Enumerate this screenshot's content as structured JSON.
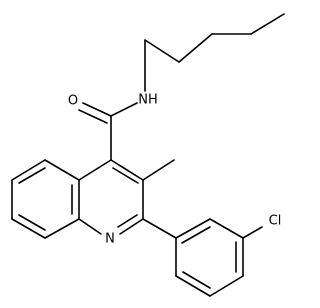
{
  "atoms": {
    "oxygen": "O",
    "amide_nh": "NH",
    "ring_n": "N",
    "chlorine": "Cl"
  },
  "colors": {
    "bond": "#000000",
    "background": "#ffffff"
  }
}
